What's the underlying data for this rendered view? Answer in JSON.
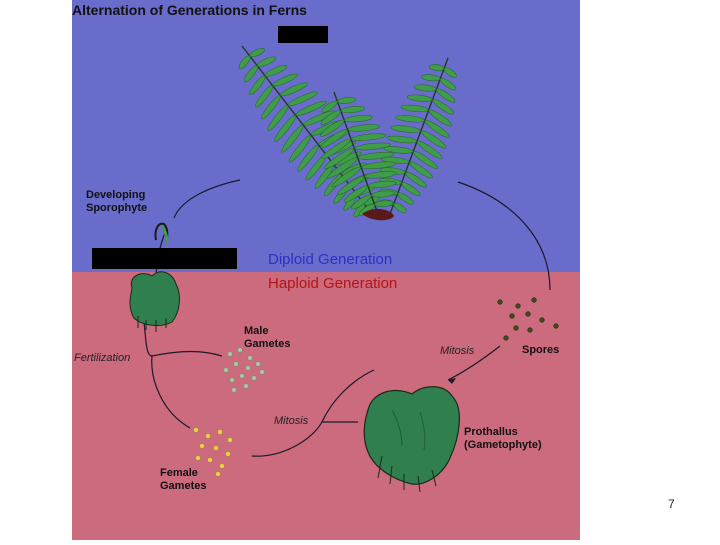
{
  "title": "Alternation of Generations in Ferns",
  "colors": {
    "diploid_bg": "#6a6ccc",
    "haploid_bg": "#cc6a7e",
    "diploid_text": "#2a32c4",
    "haploid_text": "#b41414",
    "plant_green": "#2f7f4f",
    "frond_green": "#3f9c48"
  },
  "regions": {
    "diploid": "Diploid Generation",
    "haploid": "Haploid Generation"
  },
  "labels": {
    "developing_sporophyte": [
      "Developing",
      "Sporophyte"
    ],
    "male_gametes": [
      "Male",
      "Gametes"
    ],
    "female_gametes": [
      "Female",
      "Gametes"
    ],
    "spores": "Spores",
    "prothallus": [
      "Prothallus",
      "(Gametophyte)"
    ],
    "fertilization": "Fertilization",
    "mitosis_spores": "Mitosis",
    "mitosis_gametes": "Mitosis"
  },
  "page_number": "7"
}
